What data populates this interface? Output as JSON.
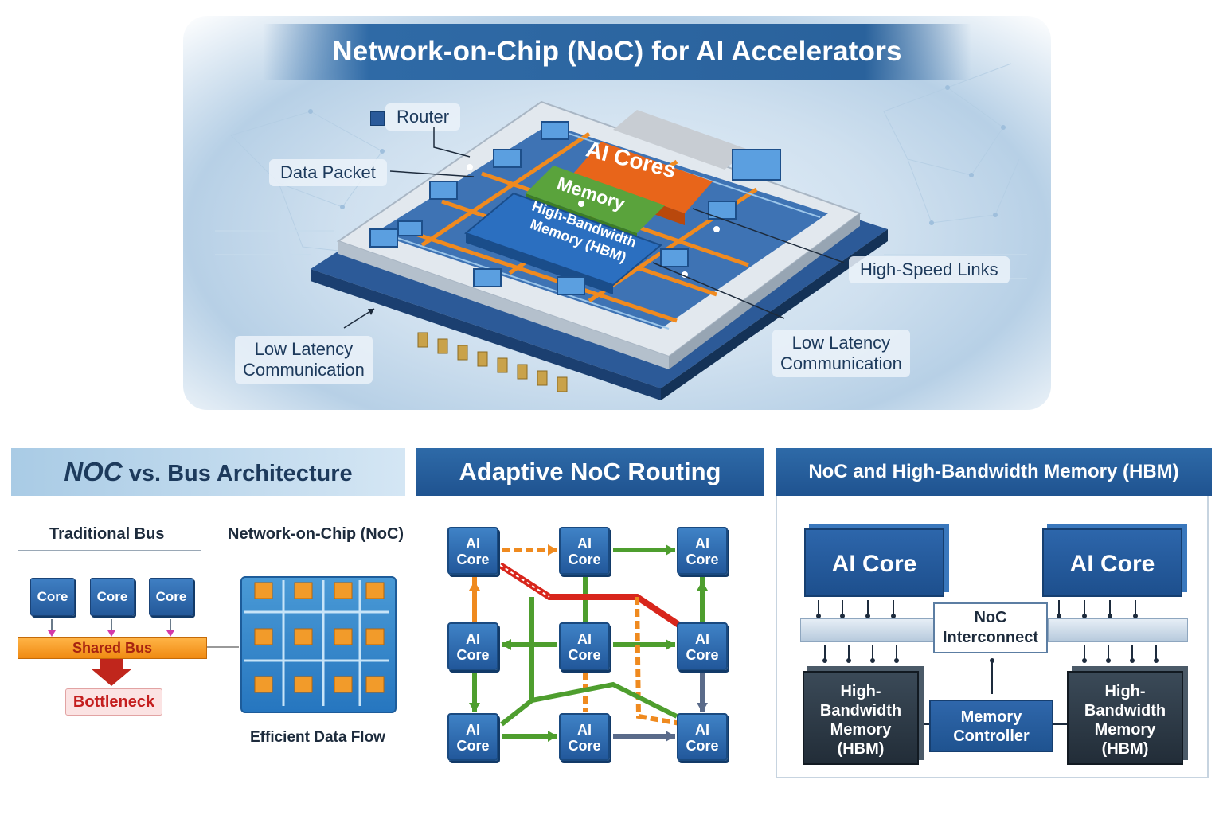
{
  "hero": {
    "title": "Network-on-Chip (NoC) for AI Accelerators",
    "chip": {
      "ai_cores_label": "AI Cores",
      "memory_label": "Memory",
      "hbm_label_line1": "High-Bandwidth",
      "hbm_label_line2": "Memory (HBM)"
    },
    "callouts": {
      "router": "Router",
      "data_packet": "Data Packet",
      "high_speed_links": "High-Speed Links",
      "low_latency_left_line1": "Low Latency",
      "low_latency_left_line2": "Communication",
      "low_latency_right_line1": "Low Latency",
      "low_latency_right_line2": "Communication"
    }
  },
  "panel_bus": {
    "title_noc": "NOC",
    "title_rest": "vs. Bus Architecture",
    "traditional_bus_label": "Traditional Bus",
    "noc_label": "Network-on-Chip (NoC)",
    "cores": [
      "Core",
      "Core",
      "Core"
    ],
    "shared_bus_label": "Shared Bus",
    "bottleneck_label": "Bottleneck",
    "efficient_flow_label": "Efficient Data Flow"
  },
  "panel_routing": {
    "title": "Adaptive NoC Routing",
    "node_line1": "AI",
    "node_line2": "Core"
  },
  "panel_hbm": {
    "title": "NoC and High-Bandwidth Memory (HBM)",
    "ai_core_left": "AI Core",
    "ai_core_right": "AI Core",
    "noc_interconnect_line1": "NoC",
    "noc_interconnect_line2": "Interconnect",
    "memory_controller_line1": "Memory",
    "memory_controller_line2": "Controller",
    "hbm_left": [
      "High-",
      "Bandwidth",
      "Memory",
      "(HBM)"
    ],
    "hbm_right": [
      "High-",
      "Bandwidth",
      "Memory",
      "(HBM)"
    ]
  },
  "colors": {
    "brand_blue": "#24599a",
    "header_blue": "#1f5390",
    "ai_cores_orange": "#e8651a",
    "memory_green": "#5aa33c",
    "bus_orange": "#f08a12",
    "bottleneck_red": "#c41f1f",
    "route_red": "#d8261c",
    "route_green": "#4e9e2e",
    "route_orange": "#ef8a1f"
  }
}
